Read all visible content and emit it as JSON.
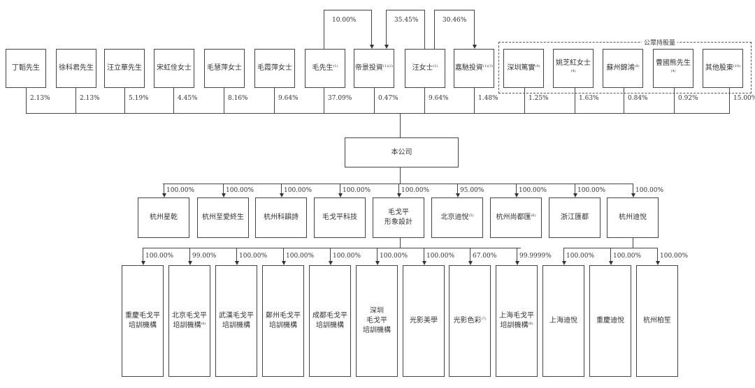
{
  "shareholders": [
    {
      "name": "丁韜先生",
      "sup": "",
      "pct": "2.13%"
    },
    {
      "name": "徐科君先生",
      "sup": "",
      "pct": "2.13%"
    },
    {
      "name": "汪立華先生",
      "sup": "",
      "pct": "5.19%"
    },
    {
      "name": "宋虹佺女士",
      "sup": "",
      "pct": "4.45%"
    },
    {
      "name": "毛慧萍女士",
      "sup": "",
      "pct": "8.16%"
    },
    {
      "name": "毛霞萍女士",
      "sup": "",
      "pct": "9.64%"
    },
    {
      "name": "毛先生",
      "sup": "(1)",
      "pct": "37.09%"
    },
    {
      "name": "帝景投資",
      "sup": "(1)(2)",
      "pct": "0.47%"
    },
    {
      "name": "汪女士",
      "sup": "(1)",
      "pct": "9.64%"
    },
    {
      "name": "嘉馳投資",
      "sup": "(1)(3)",
      "pct": "1.48%"
    },
    {
      "name": "深圳篤實",
      "sup": "(4)",
      "pct": "1.25%"
    },
    {
      "name": "姚芝紅女士",
      "sup": "(4)",
      "pct": "1.63%"
    },
    {
      "name": "蘇州錦鴻",
      "sup": "(4)",
      "pct": "0.84%"
    },
    {
      "name": "曹國熊先生",
      "sup": "(4)",
      "pct": "0.92%"
    },
    {
      "name": "其他股東",
      "sup": "(10)",
      "pct": "15.00%"
    }
  ],
  "cross_holdings": [
    {
      "from": "毛先生",
      "to": "帝景投資",
      "pct": "10.00%"
    },
    {
      "from": "汪女士",
      "to": "帝景投資",
      "pct": "35.45%"
    },
    {
      "from": "汪女士",
      "to": "嘉馳投資",
      "pct": "30.46%"
    }
  ],
  "public_float_label": "公眾持股量",
  "company": "本公司",
  "subsidiaries": [
    {
      "name": "杭州星乾",
      "sup": "",
      "pct": "100.00%"
    },
    {
      "name": "杭州至愛終生",
      "sup": "",
      "pct": "100.00%"
    },
    {
      "name": "杭州科韻詩",
      "sup": "",
      "pct": "100.00%"
    },
    {
      "name": "毛戈平科技",
      "sup": "",
      "pct": "100.00%"
    },
    {
      "name": "毛戈平\n形象設計",
      "sup": "",
      "pct": "100.00%"
    },
    {
      "name": "北京迪悅",
      "sup": "(5)",
      "pct": "95.00%"
    },
    {
      "name": "杭州尚都匯",
      "sup": "(6)",
      "pct": "100.00%"
    },
    {
      "name": "浙江匯都",
      "sup": "",
      "pct": "100.00%"
    },
    {
      "name": "杭州迪悅",
      "sup": "",
      "pct": "100.00%"
    }
  ],
  "design_subsidiaries": [
    {
      "name": "重慶毛戈平\n培訓機構",
      "sup": "",
      "pct": "100.00%"
    },
    {
      "name": "北京毛戈平\n培訓機構",
      "sup": "(6)",
      "pct": "99.00%"
    },
    {
      "name": "武漢毛戈平\n培訓機構",
      "sup": "",
      "pct": "100.00%"
    },
    {
      "name": "鄭州毛戈平\n培訓機構",
      "sup": "",
      "pct": "100.00%"
    },
    {
      "name": "成都毛戈平\n培訓機構",
      "sup": "",
      "pct": "100.00%"
    },
    {
      "name": "深圳\n毛戈平\n培訓機構",
      "sup": "",
      "pct": "100.00%"
    },
    {
      "name": "光影美學",
      "sup": "",
      "pct": "100.00%"
    },
    {
      "name": "光影色彩",
      "sup": "(7)",
      "pct": "67.00%"
    },
    {
      "name": "上海毛戈平\n培訓機構",
      "sup": "(8)",
      "pct": "99.9999%"
    }
  ],
  "diyue_subsidiaries": [
    {
      "name": "上海迪悅",
      "sup": "",
      "pct": "100.00%"
    },
    {
      "name": "重慶迪悅",
      "sup": "",
      "pct": "100.00%"
    },
    {
      "name": "杭州柏笙",
      "sup": "",
      "pct": "100.00%"
    }
  ]
}
